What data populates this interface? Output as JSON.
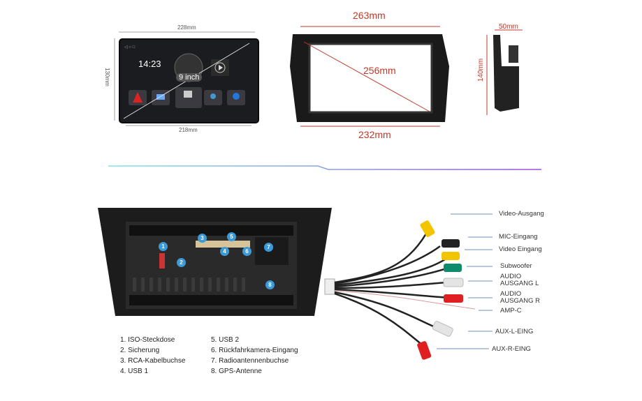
{
  "head_unit": {
    "width_top": "228mm",
    "width_bottom": "218mm",
    "height": "130mm",
    "clock": "14:23",
    "size_label": "9 inch"
  },
  "frame": {
    "width_top": "263mm",
    "diagonal": "256mm",
    "width_bottom": "232mm",
    "depth": "50mm",
    "height": "140mm"
  },
  "ports": {
    "badges": [
      "1",
      "2",
      "3",
      "4",
      "5",
      "6",
      "7",
      "8"
    ],
    "legend": [
      "1. ISO-Steckdose",
      "2. Sicherung",
      "3. RCA-Kabelbuchse",
      "4. USB 1",
      "5. USB 2",
      "6. Rückfahrkamera-Eingang",
      "7. Radioantennenbuchse",
      "8. GPS-Antenne"
    ]
  },
  "harness": {
    "labels": [
      "Video-Ausgang",
      "MIC-Eingang",
      "Video Eingang",
      "Subwoofer",
      "AUDIO AUSGANG L",
      "AUDIO AUSGANG R",
      "AMP-C",
      "AUX-L-EING",
      "AUX-R-EING"
    ],
    "colors": [
      "#f2c500",
      "#222222",
      "#f2c500",
      "#0f8a6a",
      "#e8e8e8",
      "#e02020",
      "#e0a0a0",
      "#e8e8e8",
      "#e02020"
    ]
  }
}
